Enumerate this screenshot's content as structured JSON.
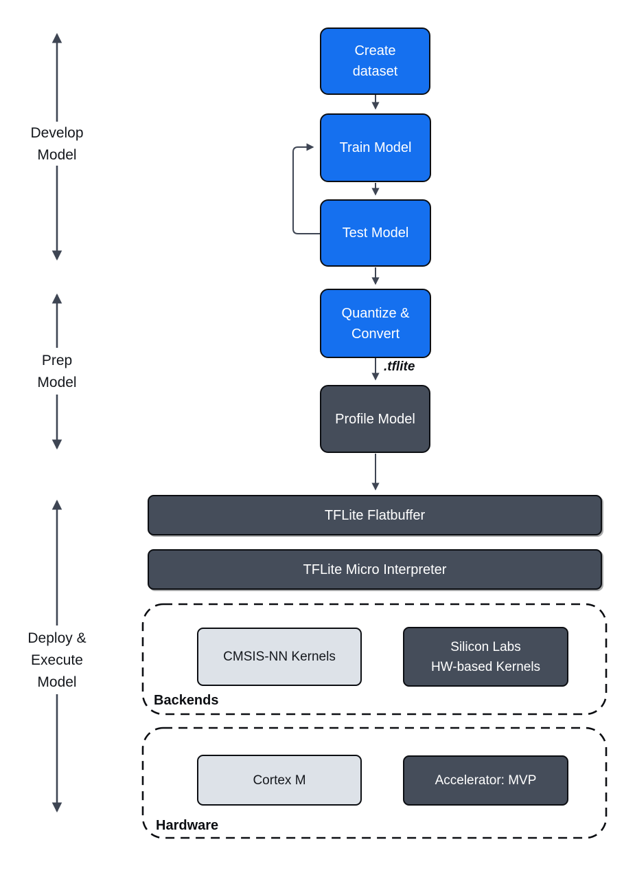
{
  "palette": {
    "node_blue": "#1570EF",
    "node_dark": "#454D5A",
    "node_light": "#DDE2E8",
    "arrow": "#3E4553"
  },
  "stage_labels": [
    {
      "label": "Develop\nModel"
    },
    {
      "label": "Prep\nModel"
    },
    {
      "label": "Deploy &\nExecute\nModel"
    }
  ],
  "pipeline_nodes": {
    "create_dataset": {
      "label": "Create\ndataset"
    },
    "train_model": {
      "label": "Train Model"
    },
    "test_model": {
      "label": "Test Model"
    },
    "quantize_convert": {
      "label": "Quantize &\nConvert"
    },
    "profile_model": {
      "label": "Profile Model"
    }
  },
  "file_annotation": ".tflite",
  "runtime_layers": {
    "flatbuffer": {
      "label": "TFLite Flatbuffer"
    },
    "micro_interpreter": {
      "label": "TFLite Micro Interpreter"
    }
  },
  "backends_group": {
    "title": "Backends",
    "items": [
      {
        "label": "CMSIS-NN Kernels"
      },
      {
        "label": "Silicon Labs\nHW-based Kernels"
      }
    ]
  },
  "hardware_group": {
    "title": "Hardware",
    "items": [
      {
        "label": "Cortex M"
      },
      {
        "label": "Accelerator: MVP"
      }
    ]
  }
}
